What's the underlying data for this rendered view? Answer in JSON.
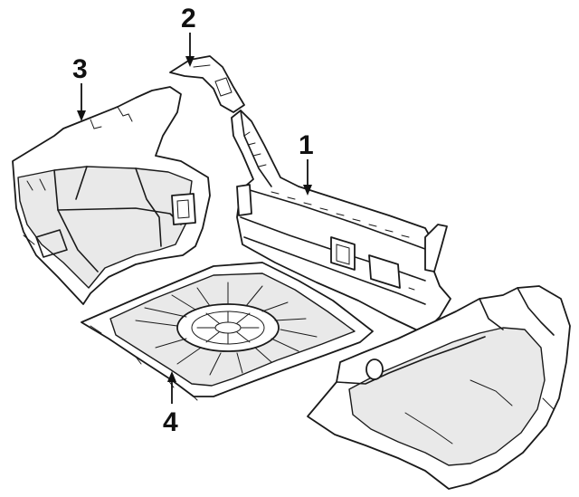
{
  "diagram": {
    "colors": {
      "line": "#1a1a1a",
      "background": "#ffffff",
      "shading": "#e9e9e9"
    },
    "callouts": [
      {
        "id": "1",
        "label": "1",
        "part": "rear-panel"
      },
      {
        "id": "2",
        "label": "2",
        "part": "corner-bracket"
      },
      {
        "id": "3",
        "label": "3",
        "part": "trunk-side-trim"
      },
      {
        "id": "4",
        "label": "4",
        "part": "trunk-floor-pan"
      }
    ]
  }
}
